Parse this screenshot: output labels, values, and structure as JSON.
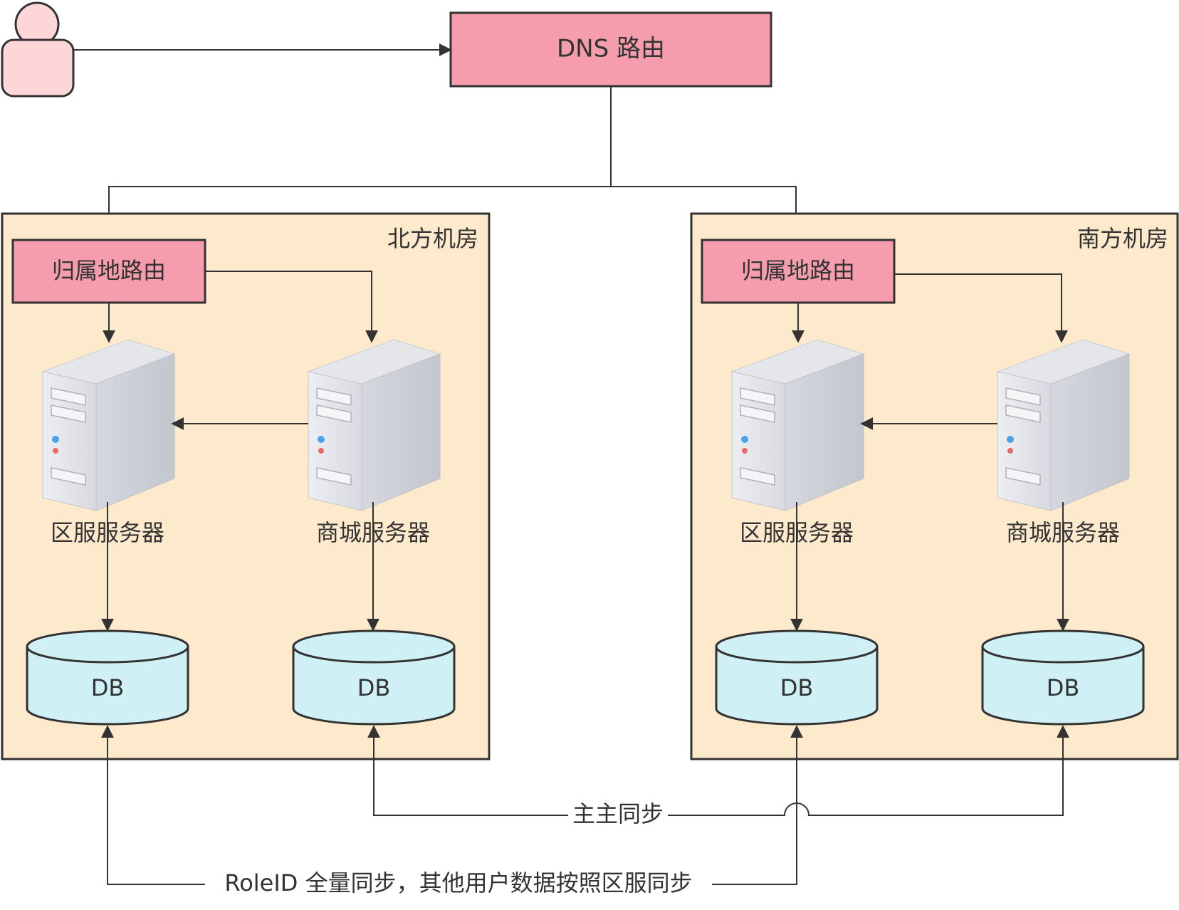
{
  "dns": {
    "label": "DNS 路由"
  },
  "rooms": [
    {
      "title": "北方机房",
      "router": "归属地路由",
      "zone_server": "区服服务器",
      "mall_server": "商城服务器",
      "db_left": "DB",
      "db_right": "DB"
    },
    {
      "title": "南方机房",
      "router": "归属地路由",
      "zone_server": "区服服务器",
      "mall_server": "商城服务器",
      "db_left": "DB",
      "db_right": "DB"
    }
  ],
  "sync": {
    "master_master": "主主同步",
    "roleid": "RoleID 全量同步，其他用户数据按照区服同步"
  },
  "colors": {
    "router_fill": "#f59cad",
    "room_fill": "#fde9cc",
    "db_fill": "#cff0f4",
    "user_fill": "#fdd6d8",
    "stroke": "#333333"
  }
}
